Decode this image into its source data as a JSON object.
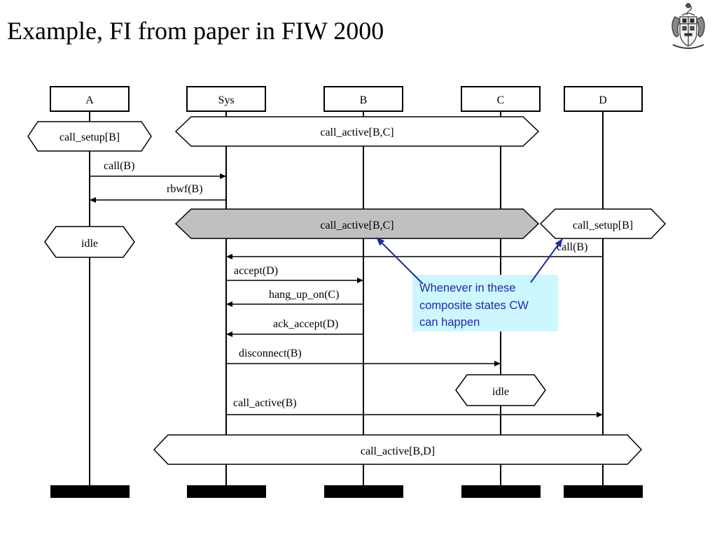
{
  "slide": {
    "title": "Example, FI from paper in FIW 2000",
    "logo_icon": "heraldic-crest"
  },
  "colors": {
    "line": "#000000",
    "highlight_fill": "#c0c0c0",
    "note_fill": "#ccf7ff",
    "note_text": "#1f2aa6",
    "note_arrow": "#1f2aa6"
  },
  "diagram": {
    "instances": [
      "A",
      "Sys",
      "B",
      "C",
      "D"
    ],
    "conditions": [
      {
        "label": "call_setup[B]",
        "covers": [
          "A"
        ],
        "highlighted": false
      },
      {
        "label": "call_active[B,C]",
        "covers": [
          "Sys",
          "B",
          "C"
        ],
        "highlighted": false
      },
      {
        "label": "call_active[B,C]",
        "covers": [
          "Sys",
          "B",
          "C"
        ],
        "highlighted": true
      },
      {
        "label": "call_setup[B]",
        "covers": [
          "D"
        ],
        "highlighted": false
      },
      {
        "label": "idle",
        "covers": [
          "A"
        ],
        "highlighted": false
      },
      {
        "label": "idle",
        "covers": [
          "C"
        ],
        "highlighted": false
      },
      {
        "label": "call_active[B,D]",
        "covers": [
          "Sys",
          "B",
          "C",
          "D"
        ],
        "highlighted": false
      }
    ],
    "messages": [
      {
        "label": "call(B)",
        "from": "A",
        "to": "Sys"
      },
      {
        "label": "rbwf(B)",
        "from": "Sys",
        "to": "A"
      },
      {
        "label": "call(B)",
        "from": "D",
        "to": "Sys"
      },
      {
        "label": "accept(D)",
        "from": "Sys",
        "to": "B"
      },
      {
        "label": "hang_up_on(C)",
        "from": "B",
        "to": "Sys"
      },
      {
        "label": "ack_accept(D)",
        "from": "B",
        "to": "Sys"
      },
      {
        "label": "disconnect(B)",
        "from": "Sys",
        "to": "C"
      },
      {
        "label": "call_active(B)",
        "from": "Sys",
        "to": "D"
      }
    ],
    "note": {
      "lines": [
        "Whenever in these",
        "composite states CW",
        "can happen"
      ],
      "points_to": [
        "highlighted call_active[B,C]",
        "call_setup[B] at D"
      ]
    }
  }
}
